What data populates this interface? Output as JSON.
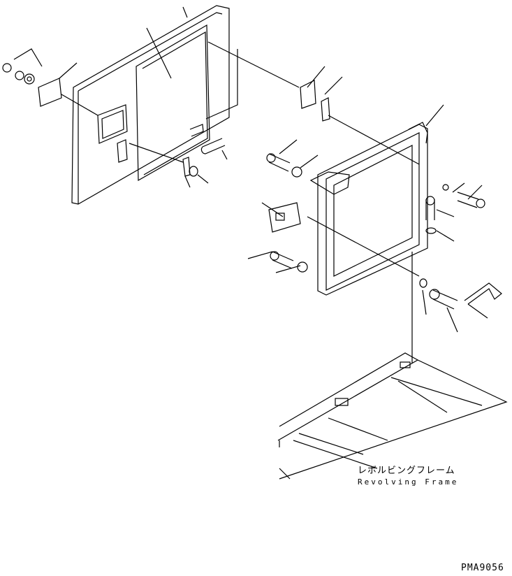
{
  "labels": {
    "part_name_jp": "レボルビングフレーム",
    "part_name_en": "Revolving Frame",
    "drawing_code": "PMA9056"
  }
}
